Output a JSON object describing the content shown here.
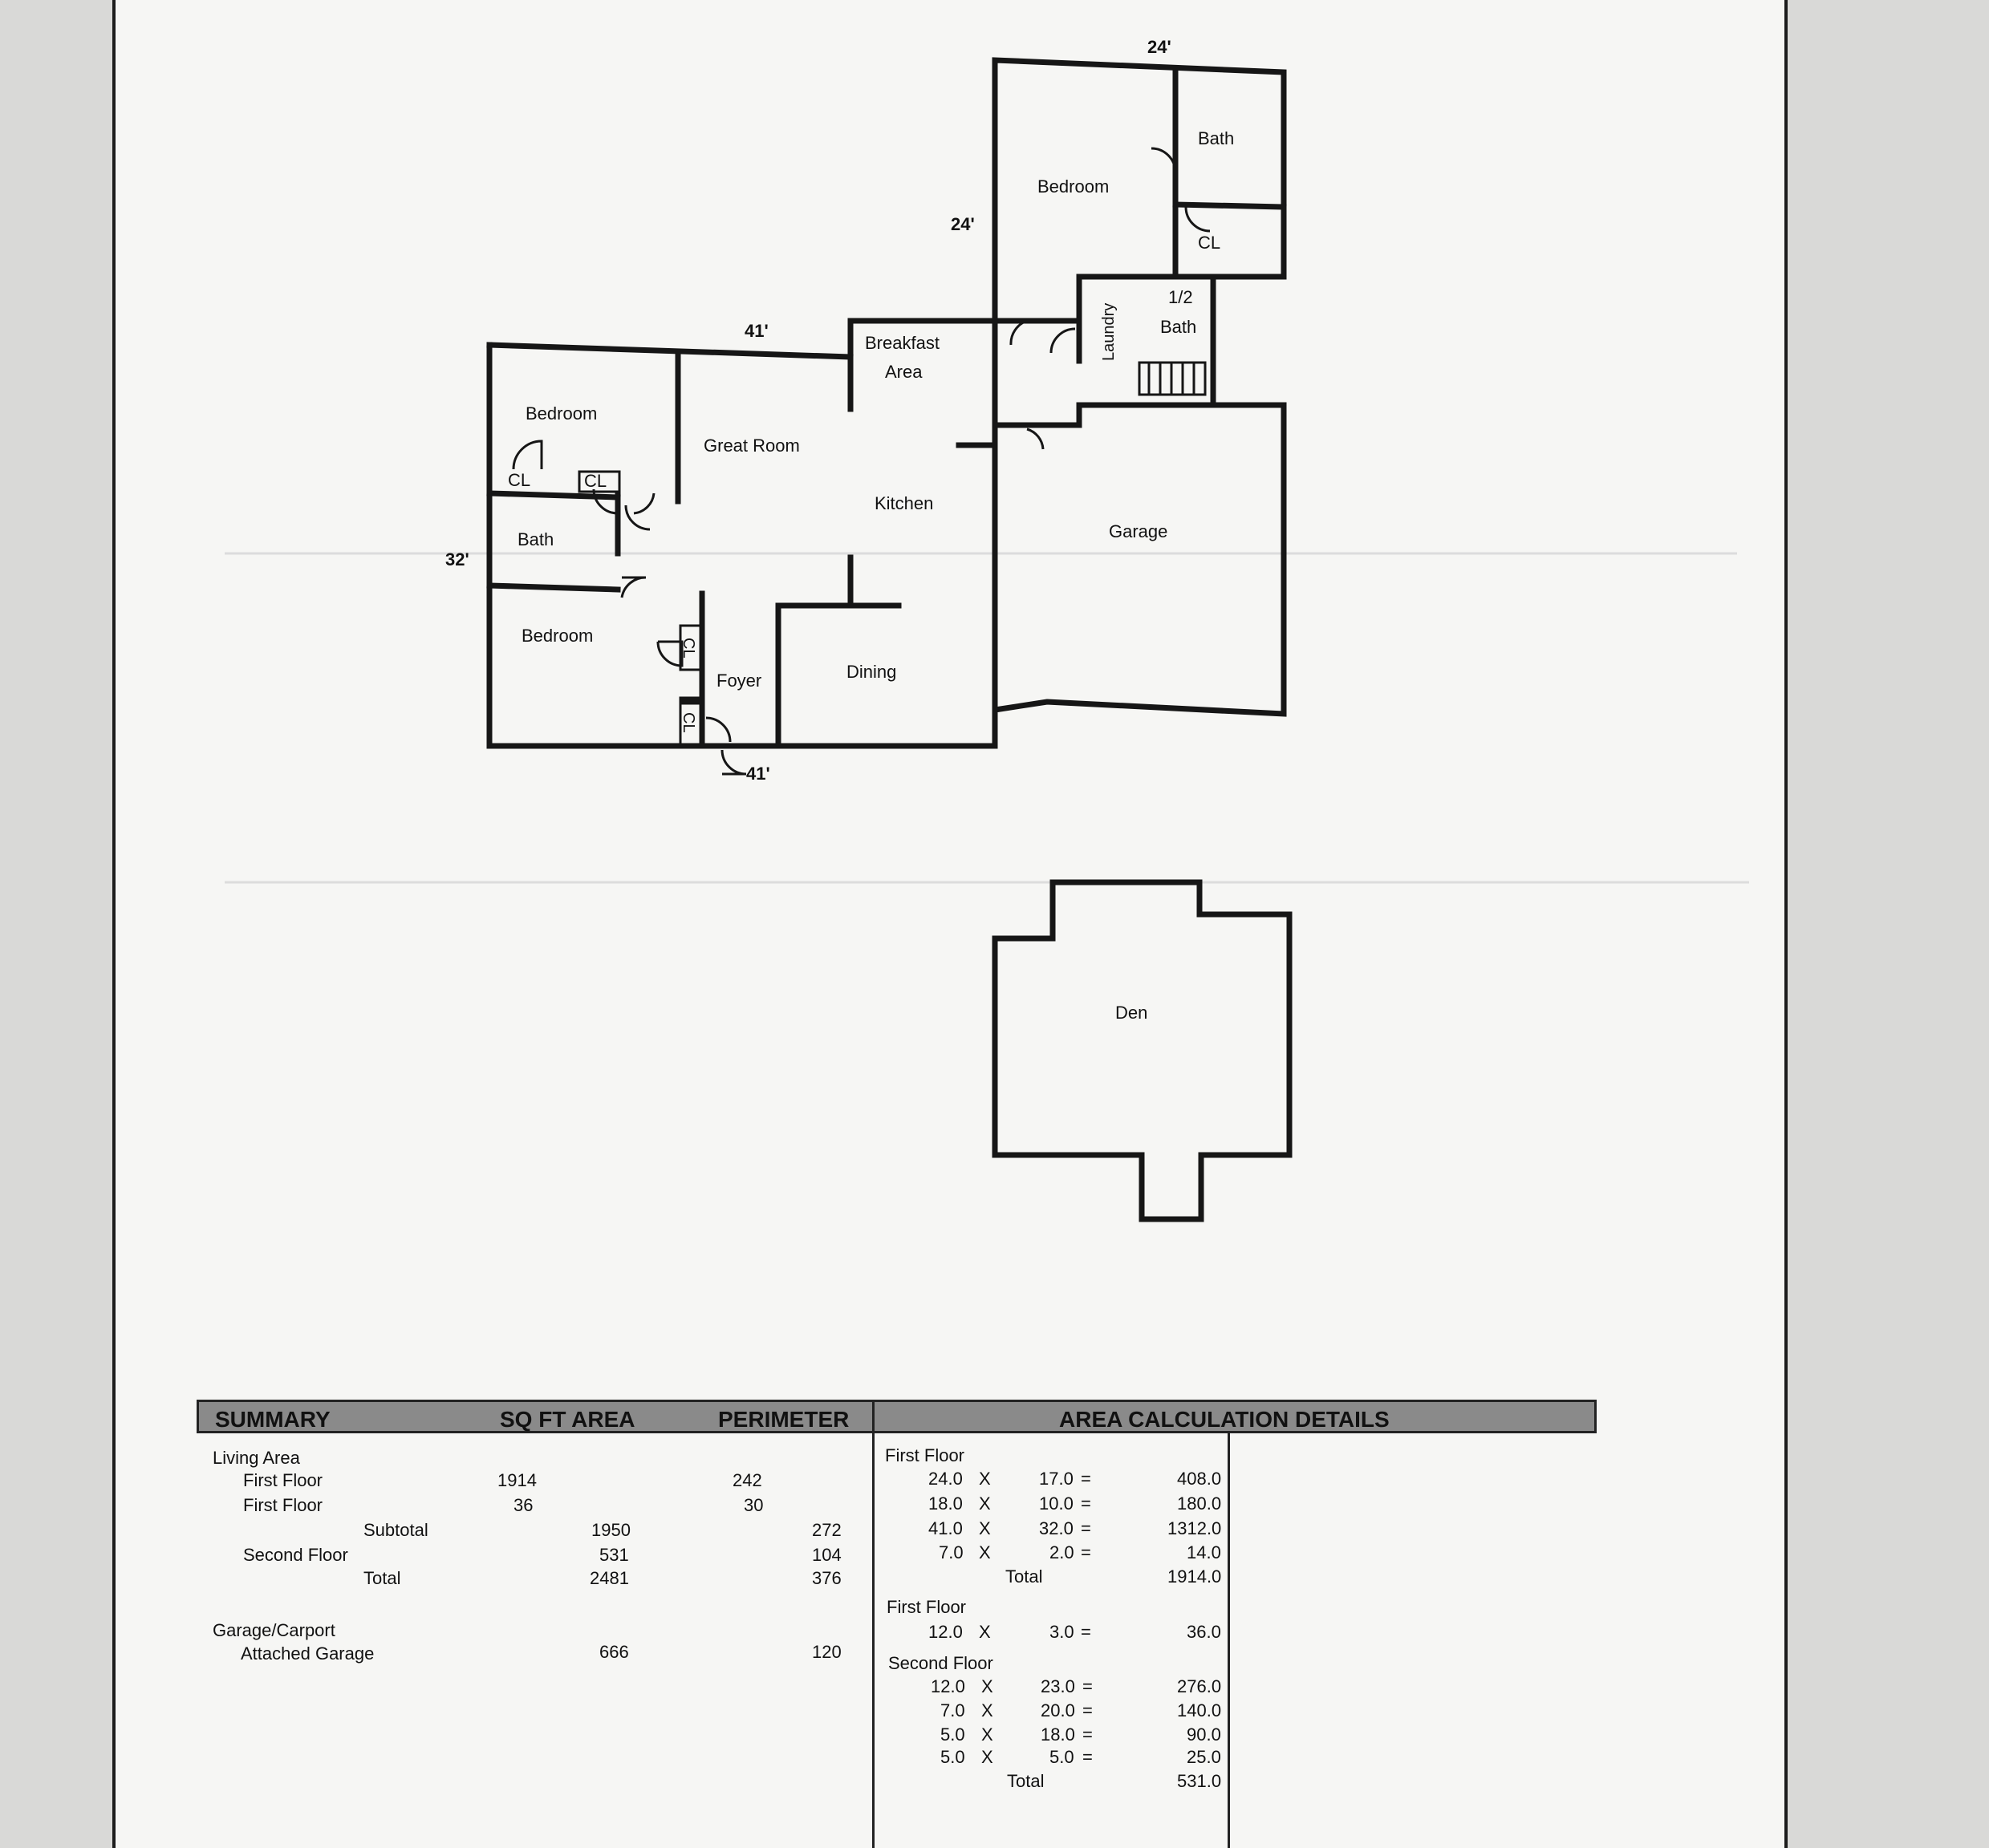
{
  "floor_plan": {
    "dimensions": {
      "top_right_width": "24'",
      "right_wing_depth": "24'",
      "main_top_width": "41'",
      "main_left_depth": "32'",
      "main_bottom_width": "41'"
    },
    "rooms": {
      "bath_upper": "Bath",
      "bedroom_upper": "Bedroom",
      "closet_upper": "CL",
      "half_bath_top": "1/2",
      "half_bath_bottom": "Bath",
      "laundry": "Laundry",
      "breakfast_1": "Breakfast",
      "breakfast_2": "Area",
      "bedroom_1": "Bedroom",
      "great_room": "Great Room",
      "closet_1": "CL",
      "closet_2": "CL",
      "kitchen": "Kitchen",
      "garage": "Garage",
      "bath_left": "Bath",
      "bedroom_2": "Bedroom",
      "closet_3": "CL",
      "closet_4": "CL",
      "foyer": "Foyer",
      "dining": "Dining",
      "den": "Den"
    }
  },
  "summary": {
    "headers": {
      "summary": "SUMMARY",
      "sqft": "SQ FT AREA",
      "perimeter": "PERIMETER",
      "details": "AREA CALCULATION DETAILS"
    },
    "living_area_label": "Living Area",
    "rows": [
      {
        "label": "First Floor",
        "area": "1914",
        "perimeter": "242"
      },
      {
        "label": "First Floor",
        "area": "36",
        "perimeter": "30"
      }
    ],
    "subtotal": {
      "label": "Subtotal",
      "area": "1950",
      "perimeter": "272"
    },
    "second_floor": {
      "label": "Second Floor",
      "area": "531",
      "perimeter": "104"
    },
    "total": {
      "label": "Total",
      "area": "2481",
      "perimeter": "376"
    },
    "garage_label": "Garage/Carport",
    "attached_garage": {
      "label": "Attached Garage",
      "area": "666",
      "perimeter": "120"
    }
  },
  "details": {
    "group1": {
      "title": "First Floor",
      "rows": [
        {
          "a": "24.0",
          "x": "X",
          "b": "17.0",
          "eq": "=",
          "r": "408.0"
        },
        {
          "a": "18.0",
          "x": "X",
          "b": "10.0",
          "eq": "=",
          "r": "180.0"
        },
        {
          "a": "41.0",
          "x": "X",
          "b": "32.0",
          "eq": "=",
          "r": "1312.0"
        },
        {
          "a": "7.0",
          "x": "X",
          "b": "2.0",
          "eq": "=",
          "r": "14.0"
        }
      ],
      "total_label": "Total",
      "total": "1914.0"
    },
    "group2": {
      "title": "First Floor",
      "rows": [
        {
          "a": "12.0",
          "x": "X",
          "b": "3.0",
          "eq": "=",
          "r": "36.0"
        }
      ]
    },
    "group3": {
      "title": "Second Floor",
      "rows": [
        {
          "a": "12.0",
          "x": "X",
          "b": "23.0",
          "eq": "=",
          "r": "276.0"
        },
        {
          "a": "7.0",
          "x": "X",
          "b": "20.0",
          "eq": "=",
          "r": "140.0"
        },
        {
          "a": "5.0",
          "x": "X",
          "b": "18.0",
          "eq": "=",
          "r": "90.0"
        },
        {
          "a": "5.0",
          "x": "X",
          "b": "5.0",
          "eq": "=",
          "r": "25.0"
        }
      ],
      "total_label": "Total",
      "total": "531.0"
    }
  }
}
